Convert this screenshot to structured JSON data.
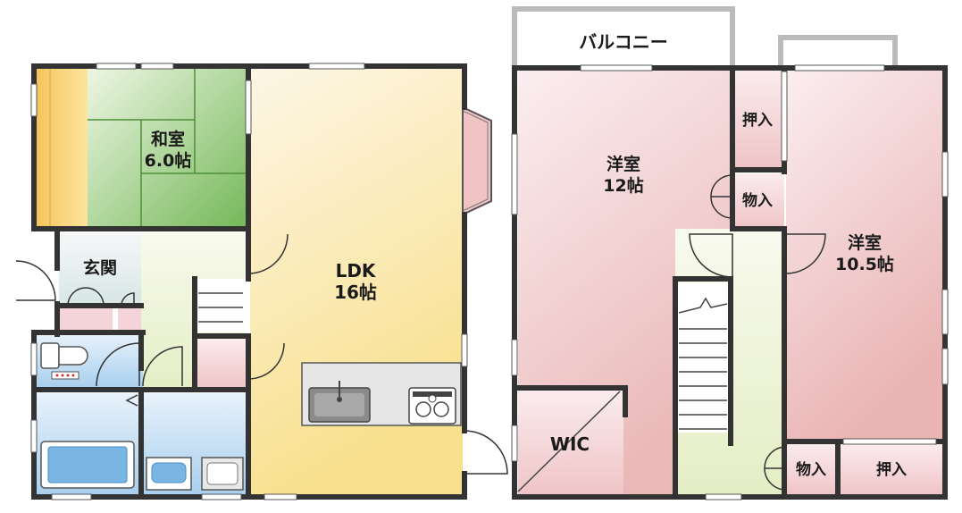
{
  "floor_plan": {
    "rooms": {
      "washitsu": {
        "name": "和室",
        "size": "6.0帖"
      },
      "ldk": {
        "name": "LDK",
        "size": "16帖"
      },
      "genkan": {
        "name": "玄関"
      },
      "yoshitsu_1": {
        "name": "洋室",
        "size": "12帖"
      },
      "yoshitsu_2": {
        "name": "洋室",
        "size": "10.5帖"
      },
      "wic": {
        "name": "WIC"
      },
      "balcony": {
        "name": "バルコニー"
      },
      "oshiire_top": {
        "name": "押入"
      },
      "oshiire_bottom": {
        "name": "押入"
      },
      "mono_upper": {
        "name": "物入"
      },
      "mono_lower": {
        "name": "物入"
      }
    }
  },
  "colors": {
    "wall": "#333333",
    "washitsu_tatami": "#8cc870",
    "washitsu_tokonoma": "#f6c864",
    "ldk_floor": "#f8e6a8",
    "yoshitsu_floor": "#f0c8c8",
    "bath_floor": "#a8d0ee",
    "hall_floor": "#eef4d8",
    "balcony_frame": "#bbbbbb"
  }
}
